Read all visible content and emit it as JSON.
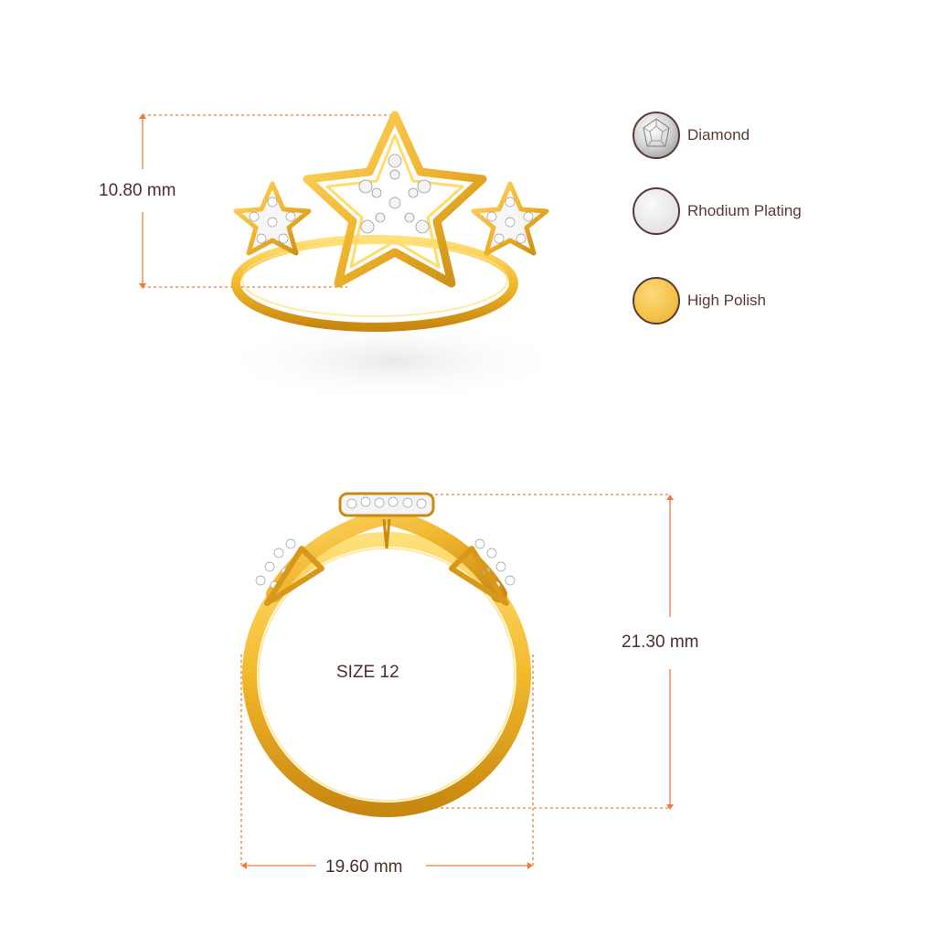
{
  "dimensions": {
    "height_label": "10.80 mm",
    "total_height_label": "21.30 mm",
    "width_label": "19.60 mm",
    "size_label": "SIZE 12"
  },
  "legend": [
    {
      "label": "Diamond",
      "swatch": "diamond",
      "color": "#d9d9d9"
    },
    {
      "label": "Rhodium Plating",
      "swatch": "rhodium",
      "color": "#e6e6e6"
    },
    {
      "label": "High Polish",
      "swatch": "gold",
      "color": "#f3c24a"
    }
  ],
  "colors": {
    "dimension_line": "#f07a3a",
    "text": "#5a3a34",
    "gold": "#f0b52e",
    "gold_dark": "#c98a12",
    "diamond": "#f2f2f2"
  }
}
